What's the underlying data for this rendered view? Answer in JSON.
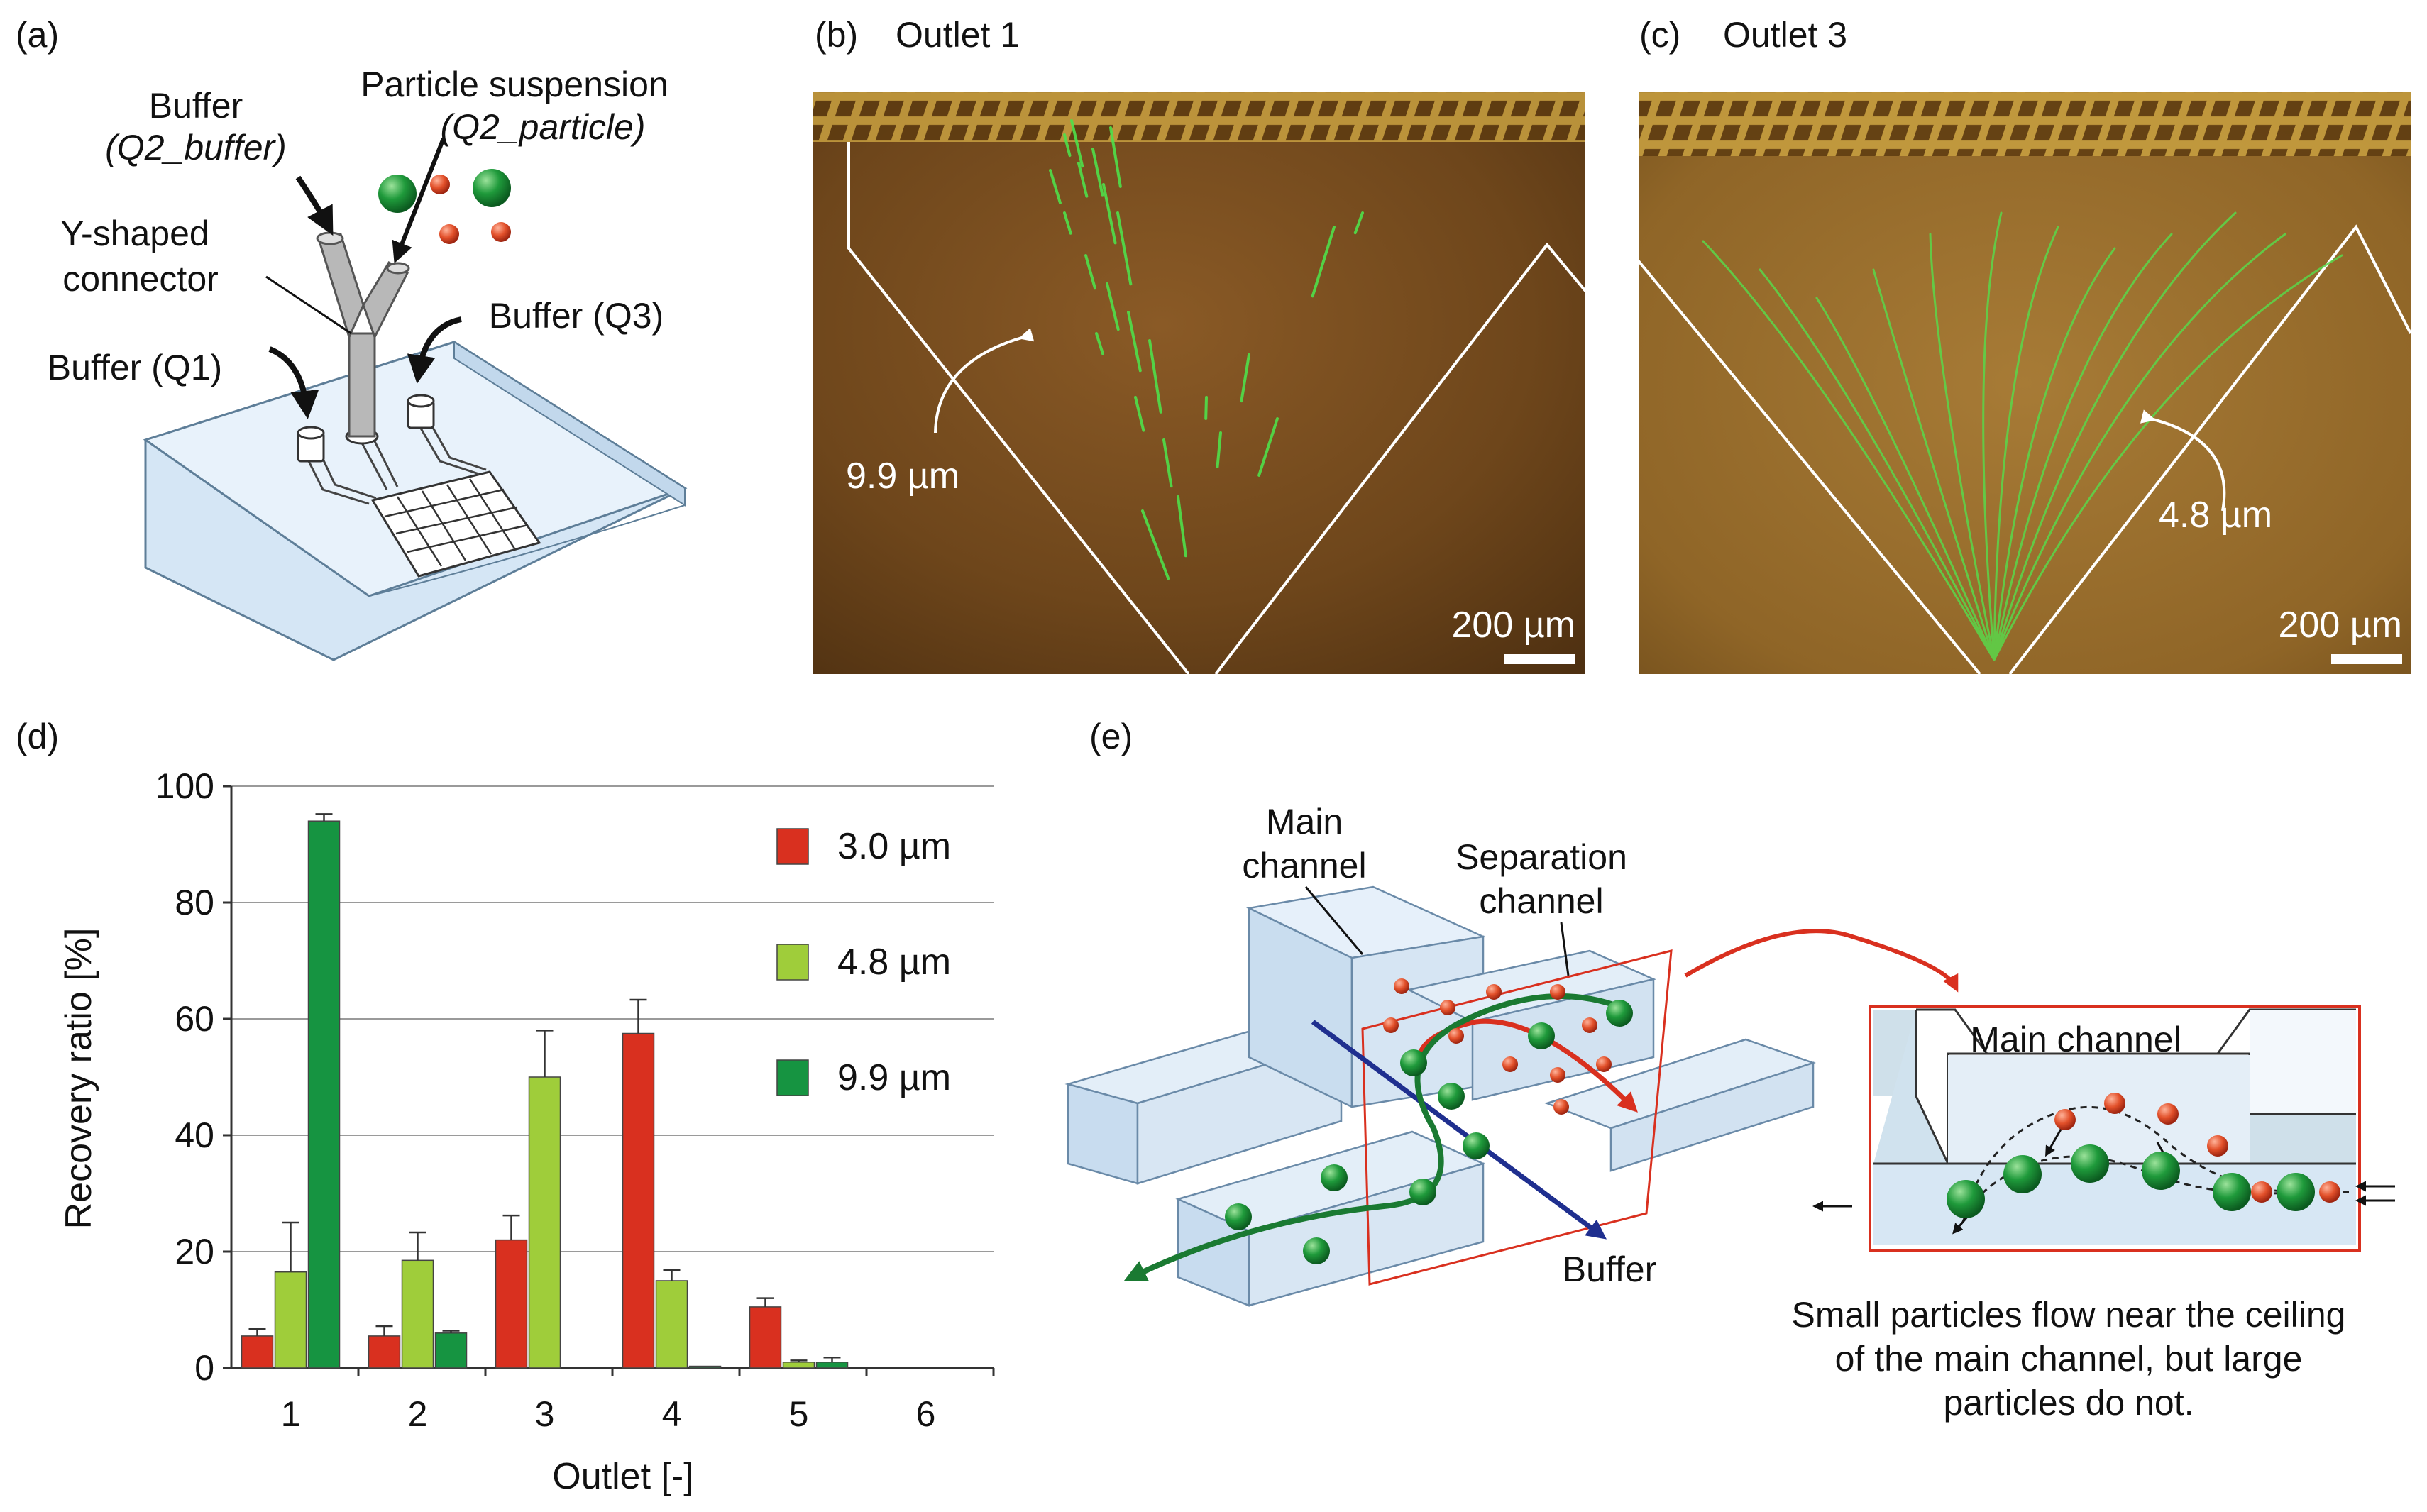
{
  "panels": {
    "a": {
      "label": "(a)",
      "buffer_label": "Buffer",
      "buffer_q2_label": "(Q2_buffer)",
      "particle_label": "Particle suspension",
      "particle_q_label": "(Q2_particle)",
      "connector_line1": "Y-shaped",
      "connector_line2": "connector",
      "buffer_q3_label": "Buffer (Q3)",
      "buffer_q1_label": "Buffer (Q1)"
    },
    "b": {
      "label": "(b)",
      "title": "Outlet 1",
      "particle_size": "9.9 µm",
      "scale": "200 µm"
    },
    "c": {
      "label": "(c)",
      "title": "Outlet 3",
      "particle_size": "4.8 µm",
      "scale": "200 µm"
    },
    "d": {
      "label": "(d)"
    },
    "e": {
      "label": "(e)",
      "main_channel_line1": "Main",
      "main_channel_line2": "channel",
      "separation_line1": "Separation",
      "separation_line2": "channel",
      "buffer_label": "Buffer",
      "inset_title": "Main channel",
      "caption_line1": "Small particles flow near the ceiling",
      "caption_line2": "of the main channel, but large",
      "caption_line3": "particles do not."
    }
  },
  "colors": {
    "red": "#d9301f",
    "lightgreen": "#9fcd3a",
    "darkgreen": "#169441",
    "blue": "#1f2f8f"
  },
  "chart_data": {
    "type": "bar",
    "categories": [
      "1",
      "2",
      "3",
      "4",
      "5",
      "6"
    ],
    "series": [
      {
        "name": "3.0 µm",
        "color": "#d9301f",
        "values": [
          5.5,
          5.5,
          22,
          57.5,
          10.5,
          0
        ],
        "errors": [
          1.2,
          1.7,
          4.2,
          5.8,
          1.5,
          0
        ]
      },
      {
        "name": "4.8 µm",
        "color": "#9fcd3a",
        "values": [
          16.5,
          18.5,
          50,
          15,
          1,
          0
        ],
        "errors": [
          8.5,
          4.8,
          8,
          1.8,
          0.3,
          0
        ]
      },
      {
        "name": "9.9 µm",
        "color": "#169441",
        "values": [
          94,
          6,
          0,
          0.3,
          1,
          0
        ],
        "errors": [
          1.2,
          0.4,
          0,
          0,
          0.8,
          0
        ]
      }
    ],
    "xlabel": "Outlet [-]",
    "ylabel": "Recovery ratio [%]",
    "ylim": [
      0,
      100
    ],
    "yticks": [
      "0",
      "20",
      "40",
      "60",
      "80",
      "100"
    ],
    "grid": true,
    "legend": "top-right"
  }
}
